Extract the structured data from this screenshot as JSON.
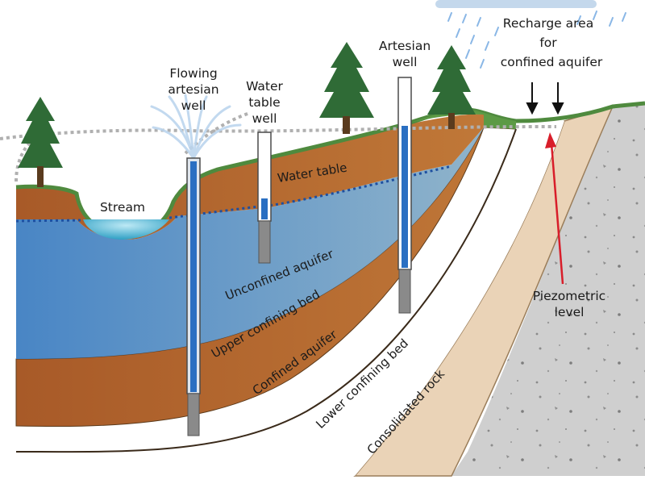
{
  "diagram": {
    "labels": {
      "recharge": [
        "Recharge area",
        "for",
        "confined aquifer"
      ],
      "flowing_well": [
        "Flowing",
        "artesian",
        "well"
      ],
      "water_table_well": [
        "Water",
        "table",
        "well"
      ],
      "artesian_well": [
        "Artesian",
        "well"
      ],
      "stream": "Stream",
      "water_table": "Water table",
      "unconfined_aquifer": "Unconfined aquifer",
      "upper_confining_bed": "Upper confining bed",
      "confined_aquifer": "Confined aquifer",
      "lower_confining_bed": "Lower confining bed",
      "consolidated_rock": "Consolidated rock",
      "piezometric": [
        "Piezometric",
        "level"
      ]
    },
    "colors": {
      "sky": "#ffffff",
      "rain": "#8ab7e6",
      "grass": "#4f8a3e",
      "soil": "#b8652e",
      "unconfined": "#4d86bf",
      "upper_bed": "#a06b34",
      "confined": "#ffffff",
      "lower_bed": "#ead3b7",
      "rock": "#cfcfcf",
      "tree": "#2f6b36",
      "well_blue": "#2a6fc2",
      "arrow_red": "#d81e2a",
      "dotted_line": "#b0b0b0"
    }
  }
}
